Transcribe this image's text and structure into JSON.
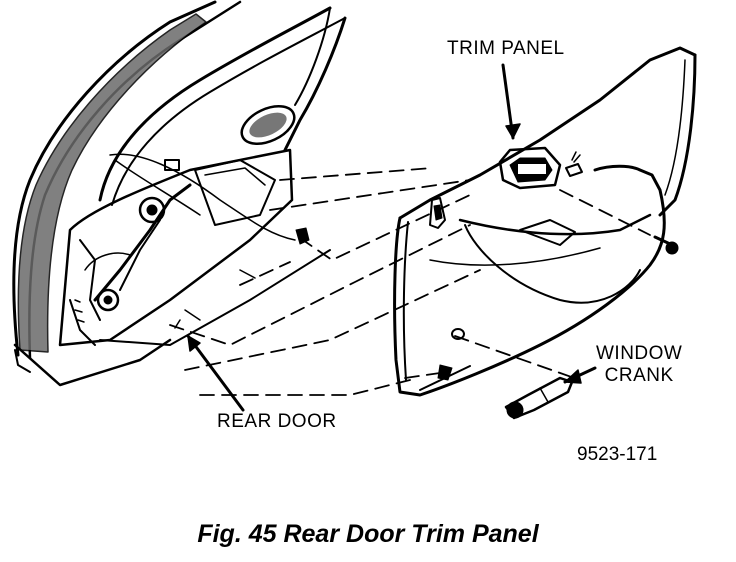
{
  "labels": {
    "trim_panel": "TRIM PANEL",
    "window_crank_line1": "WINDOW",
    "window_crank_line2": "CRANK",
    "rear_door": "REAR DOOR"
  },
  "figure_number": "9523-171",
  "caption": "Fig. 45 Rear Door Trim Panel"
}
